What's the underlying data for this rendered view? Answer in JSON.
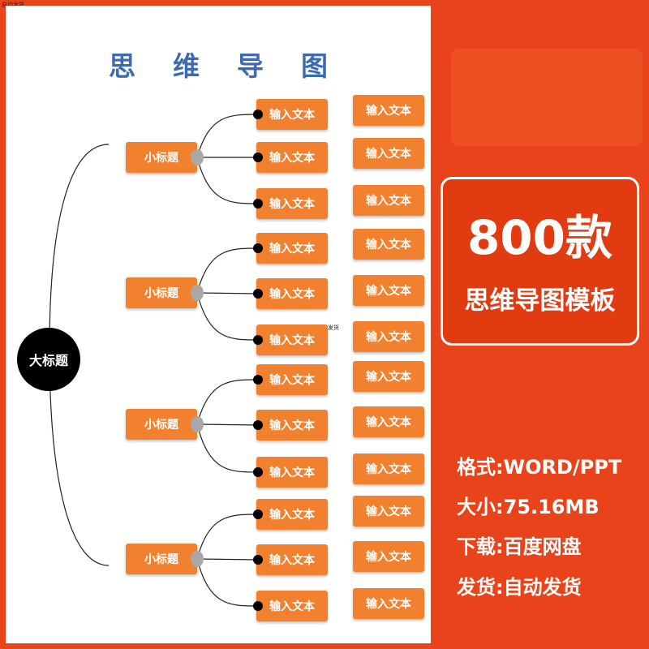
{
  "corner_mark": "自动发货",
  "center_mark": "自动发货",
  "sheet": {
    "title": "思维导图",
    "root_label": "大标题",
    "groups": [
      {
        "label": "小标题",
        "rows": [
          [
            "输入文本",
            "输入文本"
          ],
          [
            "输入文本",
            "输入文本"
          ],
          [
            "输入文本",
            "输入文本"
          ]
        ]
      },
      {
        "label": "小标题",
        "rows": [
          [
            "输入文本",
            "输入文本"
          ],
          [
            "输入文本",
            "输入文本"
          ],
          [
            "输入文本",
            "输入文本"
          ]
        ]
      },
      {
        "label": "小标题",
        "rows": [
          [
            "输入文本",
            "输入文本"
          ],
          [
            "输入文本",
            "输入文本"
          ],
          [
            "输入文本",
            "输入文本"
          ]
        ]
      },
      {
        "label": "小标题",
        "rows": [
          [
            "输入文本",
            "输入文本"
          ],
          [
            "输入文本",
            "输入文本"
          ],
          [
            "输入文本",
            "输入文本"
          ]
        ]
      }
    ]
  },
  "promo": {
    "count": "800款",
    "subtitle": "思维导图模板"
  },
  "info": {
    "format": "格式:WORD/PPT",
    "size": "大小:75.16MB",
    "download": "下载:百度网盘",
    "delivery": "发货:自动发货"
  },
  "colors": {
    "background": "#e8431a",
    "box": "#f1812f",
    "title": "#3d6ab3"
  }
}
